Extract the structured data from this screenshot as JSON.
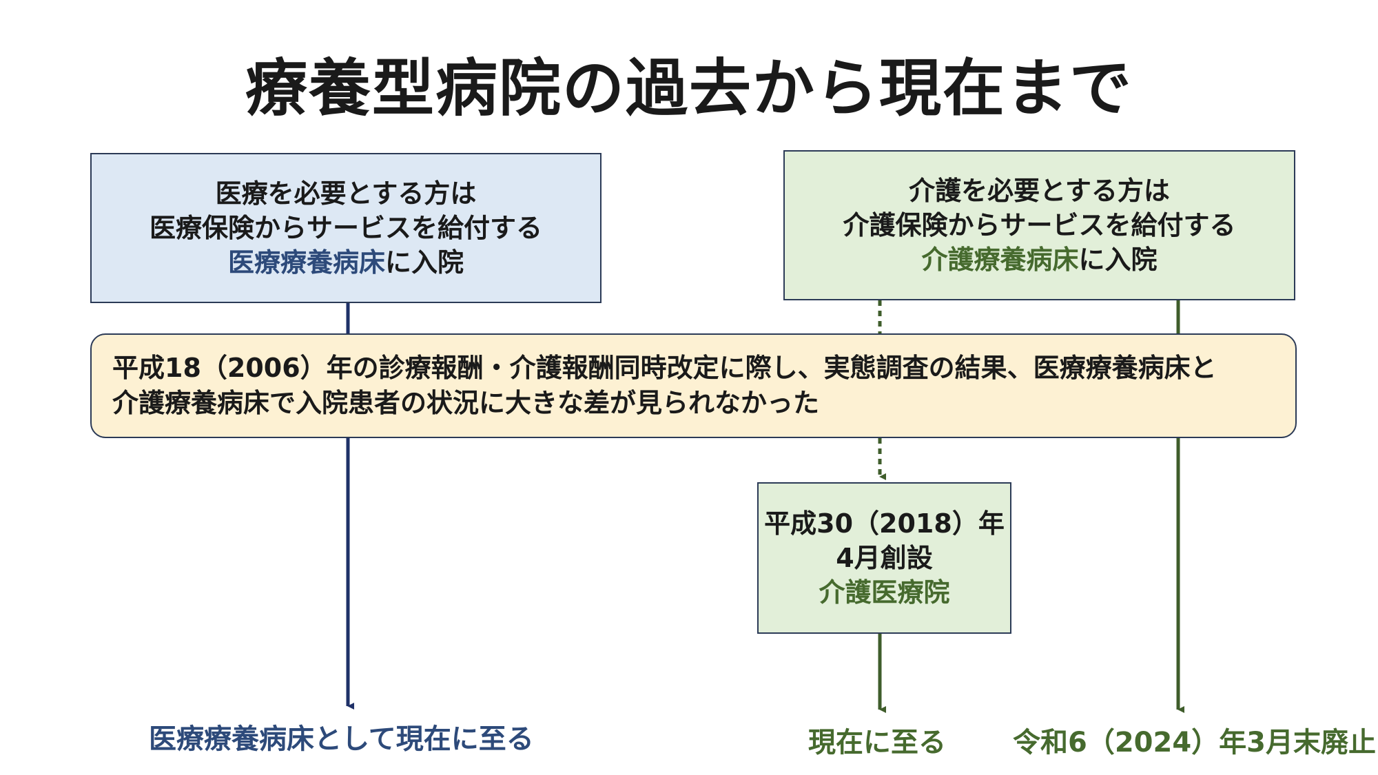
{
  "title": "療養型病院の過去から現在まで",
  "medical_box": {
    "line1": "医療を必要とする方は",
    "line2": "医療保険からサービスを給付する",
    "highlight": "医療療養病床",
    "suffix": "に入院"
  },
  "care_box": {
    "line1": "介護を必要とする方は",
    "line2": "介護保険からサービスを給付する",
    "highlight": "介護療養病床",
    "suffix": "に入院"
  },
  "revision_box": {
    "line1": "平成18（2006）年の診療報酬・介護報酬同時改定に際し、実態調査の結果、医療療養病床と",
    "line2": "介護療養病床で入院患者の状況に大きな差が見られなかった"
  },
  "founded_box": {
    "line1": "平成30（2018）年",
    "line2": "4月創設",
    "highlight": "介護医療院"
  },
  "outcomes": {
    "medical": "医療療養病床として現在に至る",
    "care_hospital": "現在に至る",
    "care_beds": "令和6（2024）年3月末廃止"
  },
  "colors": {
    "medical_line": "#1f3168",
    "care_line": "#3f5d2b",
    "medical_fill": "#dde8f4",
    "care_fill": "#e2efd9",
    "revision_fill": "#fdf1d3"
  }
}
